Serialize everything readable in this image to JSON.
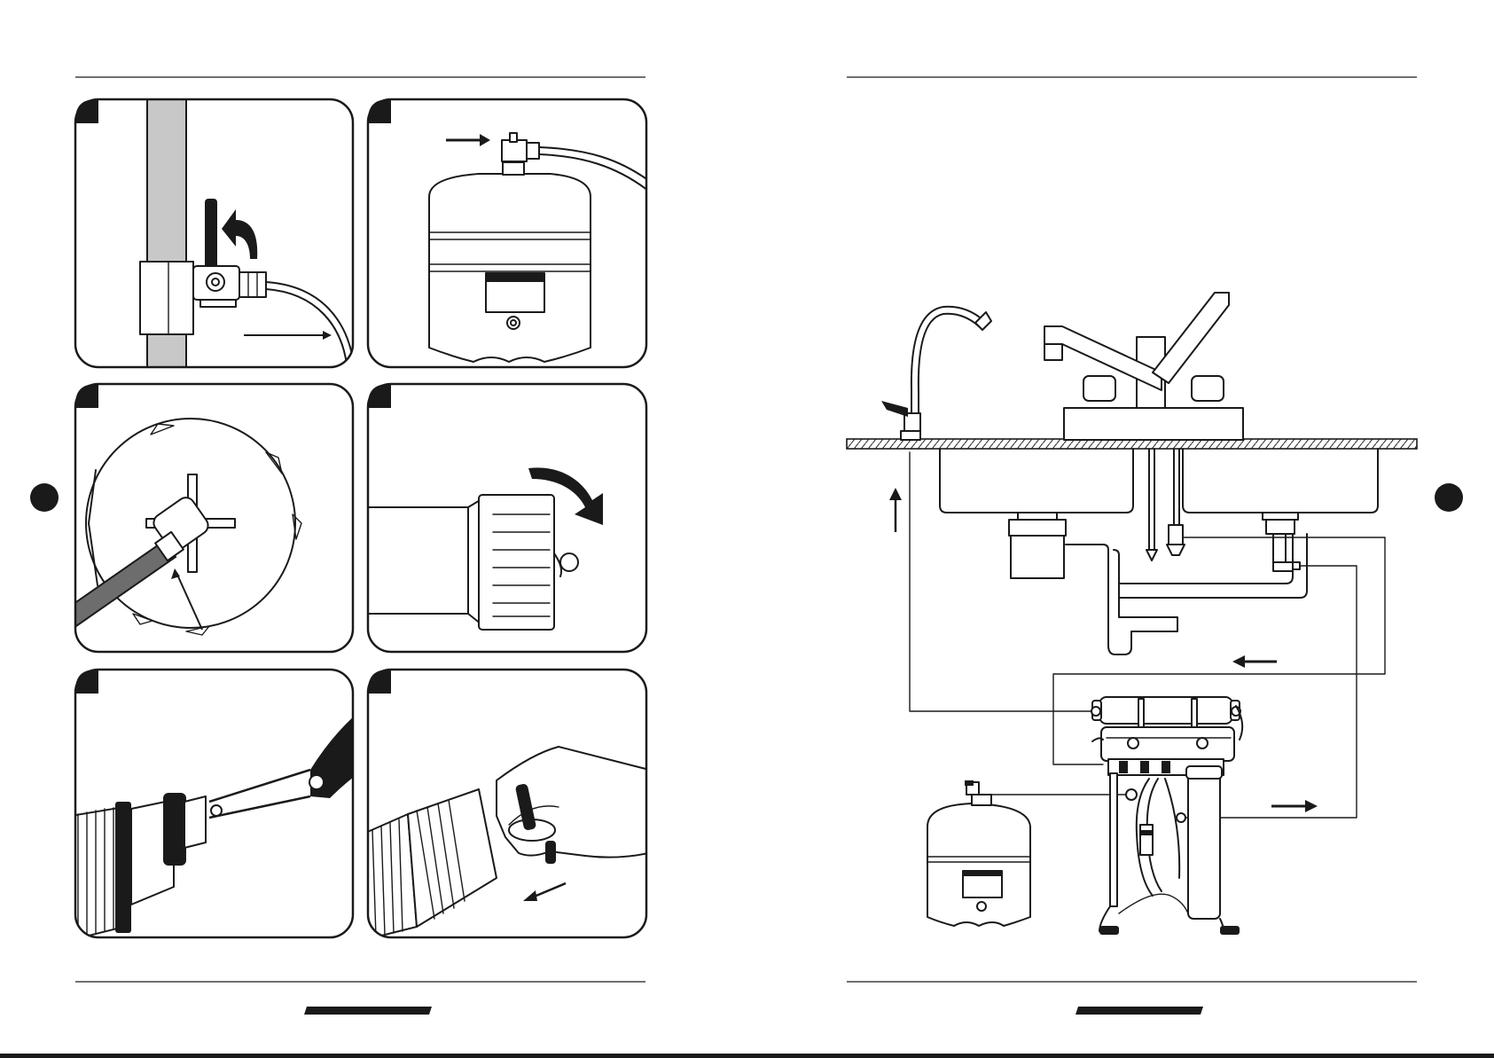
{
  "document": {
    "pages": [
      {
        "id": "left",
        "kind": "installation-steps",
        "panel_count": 6
      },
      {
        "id": "right",
        "kind": "installation-overview"
      }
    ]
  },
  "colors": {
    "ink": "#1a1a1a",
    "pipe_gray": "#c8c8c8",
    "tube_dark_gray": "#6d6d6d",
    "paper": "#ffffff"
  },
  "icons": [
    "curved-arrow-icon",
    "straight-arrow-icon",
    "page-side-marker-icon",
    "footer-bar-icon"
  ]
}
